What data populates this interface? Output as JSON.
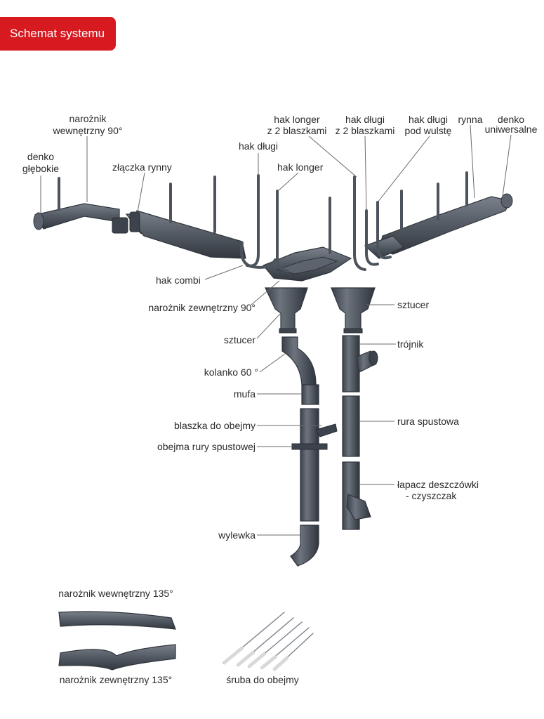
{
  "header": {
    "title": "Schemat systemu"
  },
  "colors": {
    "badge": "#d71920",
    "metal": "#4b525b",
    "text": "#2a2a2a"
  },
  "labels": {
    "naroznik_wew_90_l1": "narożnik",
    "naroznik_wew_90_l2": "wewnętrzny 90°",
    "denko_gl_l1": "denko",
    "denko_gl_l2": "głębokie",
    "zlaczka": "złączka rynny",
    "hak_dlugi_a": "hak długi",
    "hak_longer_2_l1": "hak longer",
    "hak_longer_2_l2": "z  2 blaszkami",
    "hak_dlugi_2_l1": "hak długi",
    "hak_dlugi_2_l2": "z 2 blaszkami",
    "hak_dlugi_wul_l1": "hak długi",
    "hak_dlugi_wul_l2": "pod wulstę",
    "rynna": "rynna",
    "denko_uni_l1": "denko",
    "denko_uni_l2": "uniwersalne",
    "hak_longer": "hak longer",
    "hak_combi": "hak combi",
    "naroznik_zew_90": "narożnik zewnętrzny 90°",
    "sztucer_l": "sztucer",
    "sztucer_r": "sztucer",
    "kolanko": "kolanko 60 °",
    "trojnik": "trójnik",
    "mufa": "mufa",
    "blaszka": "blaszka do obejmy",
    "obejma": "obejma rury spustowej",
    "rura": "rura spustowa",
    "lapacz_l1": "łapacz deszczówki",
    "lapacz_l2": "- czyszczak",
    "wylewka": "wylewka",
    "naroznik_wew_135": "narożnik wewnętrzny 135°",
    "naroznik_zew_135": "narożnik zewnętrzny 135°",
    "sruba": "śruba do obejmy"
  }
}
